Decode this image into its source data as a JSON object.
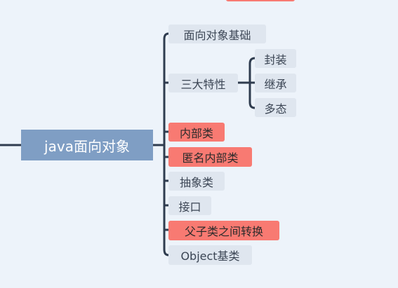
{
  "mindmap": {
    "root": {
      "label": "java面向对象"
    },
    "children": [
      {
        "label": "面向对象基础",
        "highlight": false
      },
      {
        "label": "三大特性",
        "highlight": false,
        "children": [
          {
            "label": "封装"
          },
          {
            "label": "继承"
          },
          {
            "label": "多态"
          }
        ]
      },
      {
        "label": "内部类",
        "highlight": true
      },
      {
        "label": "匿名内部类",
        "highlight": true
      },
      {
        "label": "抽象类",
        "highlight": false
      },
      {
        "label": "接口",
        "highlight": false
      },
      {
        "label": "父子类之间转换",
        "highlight": true
      },
      {
        "label": "Object基类",
        "highlight": false
      }
    ]
  },
  "colors": {
    "background": "#edf3fa",
    "root_fill": "#7f9ec4",
    "topic_fill": "#dfe6ef",
    "highlight_fill": "#f87a72",
    "connector": "#2f3c4f"
  }
}
